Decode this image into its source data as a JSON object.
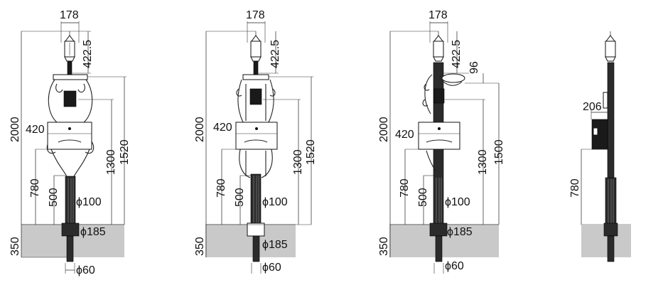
{
  "figures": [
    {
      "id": "A",
      "labels": {
        "top_width": "178",
        "lamp_height": "422.5",
        "total_height": "2000",
        "post_height": "1520",
        "box_top": "1300",
        "box_width": "420",
        "box_bottom": "780",
        "box_low": "500",
        "pole_dia": "ϕ100",
        "base_dia": "ϕ185",
        "depth": "350",
        "bottom_dia": "ϕ60"
      }
    },
    {
      "id": "B",
      "labels": {
        "top_width": "178",
        "lamp_height": "422.5",
        "total_height": "2000",
        "post_height": "1520",
        "box_top": "1300",
        "box_width": "420",
        "box_bottom": "780",
        "box_low": "500",
        "pole_dia": "ϕ100",
        "base_dia": "ϕ185",
        "depth": "350",
        "bottom_dia": "ϕ60"
      }
    },
    {
      "id": "C",
      "labels": {
        "top_width": "178",
        "lamp_height": "422.5",
        "arm_height": "96",
        "total_height": "2000",
        "post_height": "1500",
        "box_top": "1300",
        "box_width": "420",
        "box_bottom": "780",
        "box_low": "500",
        "pole_dia": "ϕ100",
        "base_dia": "ϕ185",
        "depth": "350",
        "bottom_dia": "ϕ60"
      }
    },
    {
      "id": "D",
      "labels": {
        "box_depth": "206",
        "box_bottom": "780"
      }
    }
  ],
  "colors": {
    "ground": "#c9c9c9",
    "pole": "#2b2b2b",
    "line": "#222222"
  }
}
